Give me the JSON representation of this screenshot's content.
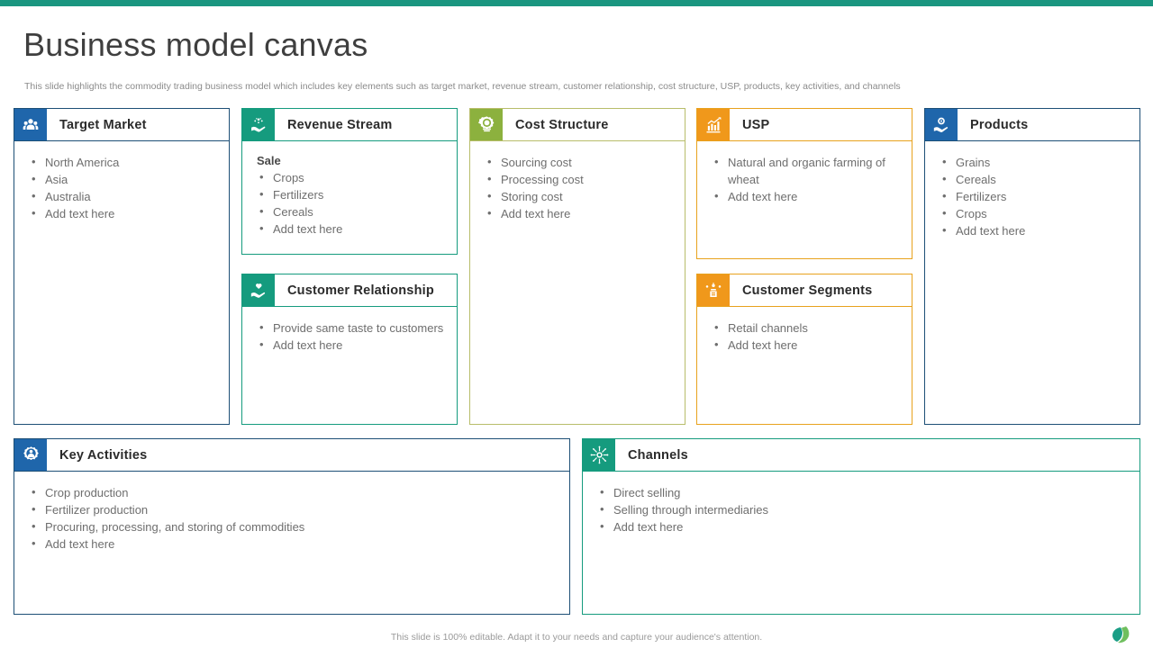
{
  "slide": {
    "title": "Business model canvas",
    "subtitle": "This slide highlights the commodity trading business model which includes key elements such as target market, revenue stream, customer relationship, cost structure, USP, products, key activities, and channels",
    "footer_note": "This slide is 100% editable. Adapt it to your needs and capture your audience's attention.",
    "top_bar_color": "#1a9680",
    "logo_colors": [
      "#1b9e86",
      "#6fbf5e"
    ]
  },
  "cards": {
    "target_market": {
      "title": "Target Market",
      "icon": "people-group-icon",
      "accent": "#1d4f76",
      "icon_bg": "#1f66ab",
      "items": [
        "North America",
        "Asia",
        "Australia",
        "Add text here"
      ]
    },
    "revenue_stream": {
      "title": "Revenue Stream",
      "icon": "hand-money-icon",
      "accent": "#159b7e",
      "icon_bg": "#159b7e",
      "sub_label": "Sale",
      "items": [
        "Crops",
        "Fertilizers",
        "Cereals",
        "Add text here"
      ]
    },
    "cost_structure": {
      "title": "Cost Structure",
      "icon": "gear-coin-icon",
      "accent": "#b8bd6a",
      "icon_bg": "#8cb13e",
      "items": [
        "Sourcing cost",
        "Processing cost",
        "Storing cost",
        "Add text here"
      ]
    },
    "usp": {
      "title": "USP",
      "icon": "growth-chart-icon",
      "accent": "#e8a21d",
      "icon_bg": "#f0981b",
      "items": [
        "Natural and organic farming of wheat",
        "Add text here"
      ]
    },
    "products": {
      "title": "Products",
      "icon": "hand-product-icon",
      "accent": "#1d4f76",
      "icon_bg": "#1f66ab",
      "items": [
        "Grains",
        "Cereals",
        "Fertilizers",
        "Crops",
        "Add text here"
      ]
    },
    "customer_relationship": {
      "title": "Customer Relationship",
      "icon": "hand-heart-icon",
      "accent": "#159b7e",
      "icon_bg": "#159b7e",
      "items": [
        "Provide same taste to customers",
        "Add text here"
      ]
    },
    "customer_segments": {
      "title": "Customer Segments",
      "icon": "segments-icon",
      "accent": "#e8a21d",
      "icon_bg": "#f0981b",
      "items": [
        "Retail channels",
        "Add text here"
      ]
    },
    "key_activities": {
      "title": "Key Activities",
      "icon": "gear-person-icon",
      "accent": "#1d4f76",
      "icon_bg": "#1f66ab",
      "items": [
        "Crop production",
        "Fertilizer production",
        "Procuring, processing, and storing of commodities",
        "Add text here"
      ]
    },
    "channels": {
      "title": "Channels",
      "icon": "network-hub-icon",
      "accent": "#159b7e",
      "icon_bg": "#159b7e",
      "items": [
        "Direct selling",
        "Selling through intermediaries",
        "Add text here"
      ]
    }
  }
}
